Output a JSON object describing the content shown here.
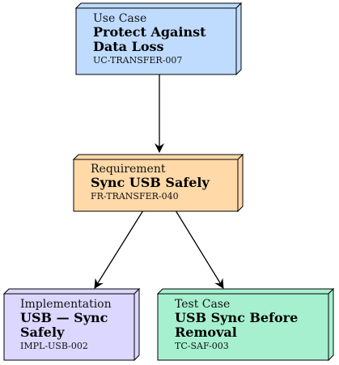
{
  "nodes": {
    "use_case": {
      "kind": "Use Case",
      "title_lines": [
        "Protect Against",
        "Data Loss"
      ],
      "code": "UC-TRANSFER-007",
      "fill": "#bfdcff"
    },
    "requirement": {
      "kind": "Requirement",
      "title_lines": [
        "Sync USB Safely"
      ],
      "code": "FR-TRANSFER-040",
      "fill": "#ffd9a8"
    },
    "implementation": {
      "kind": "Implementation",
      "title_lines": [
        "USB — Sync",
        "Safely"
      ],
      "code": "IMPL-USB-002",
      "fill": "#dcd7ff"
    },
    "test_case": {
      "kind": "Test Case",
      "title_lines": [
        "USB Sync Before",
        "Removal"
      ],
      "code": "TC-SAF-003",
      "fill": "#a6f0d0"
    }
  },
  "edges": [
    {
      "from": "use_case",
      "to": "requirement"
    },
    {
      "from": "requirement",
      "to": "implementation"
    },
    {
      "from": "requirement",
      "to": "test_case"
    }
  ]
}
